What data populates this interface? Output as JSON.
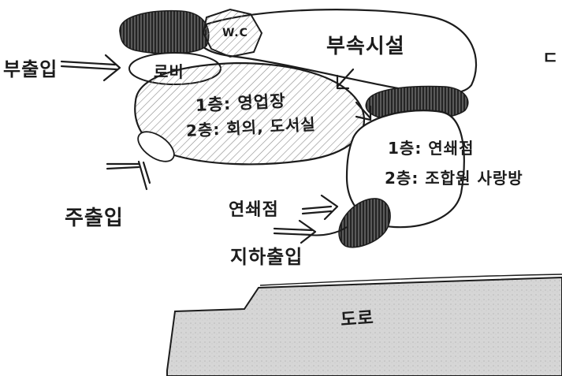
{
  "labels": {
    "secondary_entrance": "부출입",
    "wc": "W.C",
    "annex": "부속시설",
    "lobby": "로비",
    "main_floor1": "1층: 영업장",
    "main_floor2": "2층: 회의, 도서실",
    "side_floor1": "1층: 연쇄점",
    "side_floor2": "2층: 조합원 사랑방",
    "main_entrance": "주출입",
    "chain_store": "연쇄점",
    "basement_entrance": "지하출입",
    "road": "도로",
    "edge_mark": "ㄷ"
  },
  "colors": {
    "ink": "#1c1c1c",
    "hatch": "#8a8a8a",
    "dark_fill": "#2a2a2a",
    "road_fill": "#d9d9d9"
  }
}
